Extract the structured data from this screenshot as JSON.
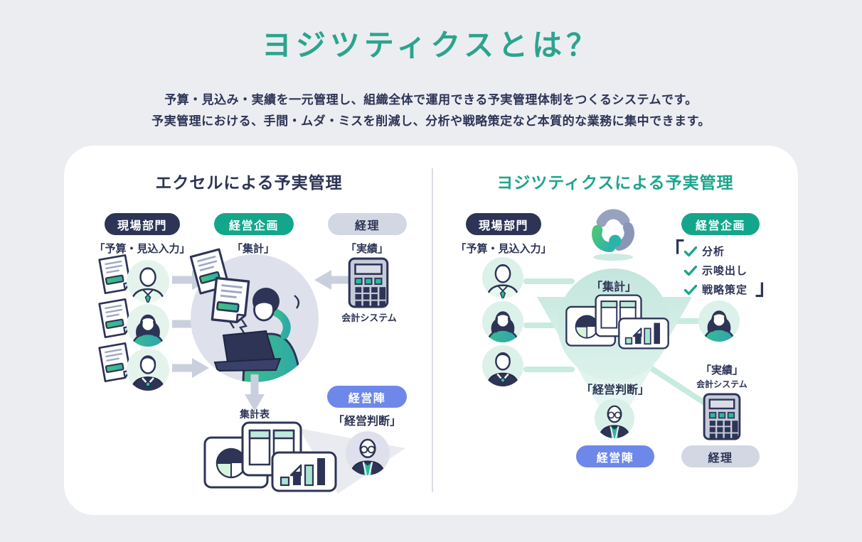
{
  "page": {
    "title": "ヨジツティクスとは？",
    "subtitle_line1": "予算・見込み・実績を一元管理し、組織全体で運用できる予実管理体制をつくるシステムです。",
    "subtitle_line2": "予実管理における、手間・ムダ・ミスを削減し、分析や戦略策定など本質的な業務に集中できます。"
  },
  "excel_panel": {
    "title": "エクセルによる予実管理",
    "badges": {
      "field": "現場部門",
      "planning": "経営企画",
      "accounting": "経理",
      "management": "経営陣"
    },
    "labels": {
      "input": "「予算・見込入力」",
      "aggregation": "「集計」",
      "actual": "「実績」",
      "accounting_system": "会計システム",
      "summary_table": "集計表",
      "decision": "「経営判断」"
    }
  },
  "yoji_panel": {
    "title": "ヨジツティクスによる予実管理",
    "badges": {
      "field": "現場部門",
      "planning": "経営企画",
      "management": "経営陣",
      "accounting": "経理"
    },
    "labels": {
      "input": "「予算・見込入力」",
      "aggregation": "「集計」",
      "decision": "「経営判断」",
      "actual": "「実績」",
      "accounting_system": "会計システム"
    },
    "checklist_bracket_open": "「",
    "checklist_bracket_close": "」",
    "checklist": [
      "分析",
      "示唆出し",
      "戦略策定"
    ]
  },
  "icons": {
    "check": "✓",
    "arrow_right": "→",
    "arrow_left": "←",
    "arrow_down": "↓"
  },
  "colors": {
    "background": "#ECEDF1",
    "card": "#FFFFFF",
    "accent_teal": "#14A68B",
    "title_teal": "#2BA48E",
    "navy": "#2D3456",
    "periwinkle": "#6D88E8",
    "gray_pill": "#D2D7E3",
    "light_teal_fill": "#C8EBDF",
    "gray_arrow": "#C9CFDD"
  }
}
